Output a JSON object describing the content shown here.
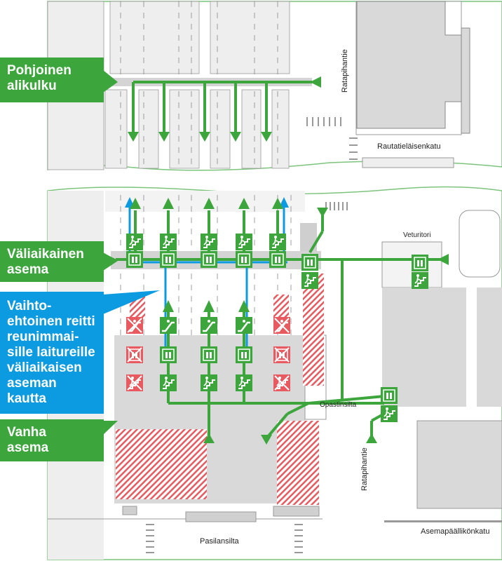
{
  "colors": {
    "route_green": "#3ca63c",
    "alternative_blue": "#0c9be0",
    "closed_red": "#e85a60",
    "building_gray": "#d9d9d9",
    "platform_gray": "#eeeeee",
    "border_green": "#7cc47c"
  },
  "callouts": {
    "northern_underpass": "Pohjoinen\nalikulku",
    "temporary_station": "Väliaikainen\nasema",
    "alternative_route": "Vaihto-\nehtoinen reitti\nreunimmai-\nsille laitureille\nväliaikaisen\naseman\nkautta",
    "old_station": "Vanha\nasema"
  },
  "streets": {
    "ratapihantie_north": "Ratapihantie",
    "rautatielaisenkatu": "Rautatieläisenkatu",
    "veturitori": "Veturitori",
    "opastinsilta": "Opastinsilta",
    "ratapihantie_south": "Ratapihantie",
    "asemapaallikonkatu": "Asemapäällikönkatu",
    "pasilansilta": "Pasilansilta"
  },
  "legend_icons": {
    "stairs": "stairs-icon",
    "elevator": "elevator-icon",
    "escalator": "escalator-icon",
    "closed": "closed-cross-icon"
  }
}
